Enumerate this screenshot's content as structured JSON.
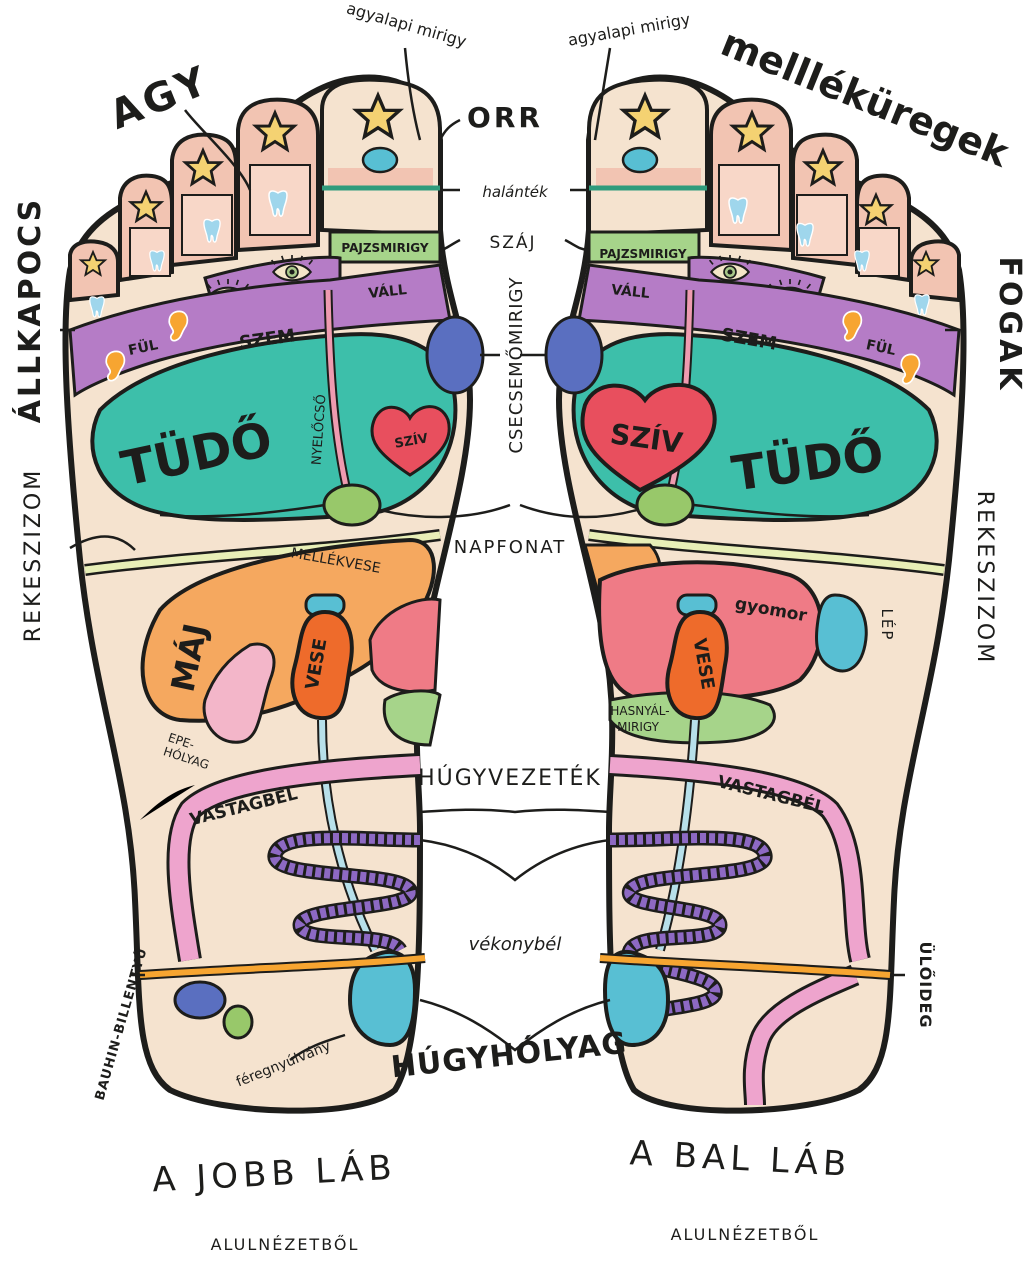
{
  "colors": {
    "skin": "#f5e3cf",
    "lung": "#3dbfaa",
    "shoulder": "#b57cc6",
    "heart": "#e84f5e",
    "liver": "#f5a85f",
    "stomach": "#ef7b86",
    "kidney": "#ee6b2b",
    "colon": "#eea4cd",
    "small_intestine": "#8d69c3",
    "bladder": "#58bfd3",
    "gland_blue": "#5a6fc0",
    "gland_green": "#98c86a",
    "nerve": "#f7a531",
    "pancreas": "#a6d48a",
    "star": "#f4d272",
    "tooth": "#9fd6ec"
  },
  "icons": [
    "star-icon",
    "tooth-icon",
    "eye-icon",
    "ear-icon",
    "heart-icon"
  ],
  "right_foot": {
    "organs": {
      "lung": "TÜDŐ",
      "heart": "SZÍV",
      "esophagus": "NYELŐCSŐ",
      "shoulder": "VÁLL",
      "thyroid": "PAJZSMIRIGY",
      "eye": "SZEM",
      "ear": "FÜL",
      "liver": "MÁJ",
      "adrenal": "MELLÉKVESE",
      "kidney": "VESE",
      "colon": "VASTAGBÉL",
      "gallbladder": [
        "EPE-",
        "HÓLYAG"
      ],
      "appendix": "féregnyúlvány"
    },
    "caption": "A JOBB LÁB",
    "subcaption": "ALULNÉZETBŐL"
  },
  "left_foot": {
    "organs": {
      "lung": "TÜDŐ",
      "heart": "SZÍV",
      "shoulder": "VÁLL",
      "thyroid": "PAJZSMIRIGY",
      "eye": "SZEM",
      "ear": "FÜL",
      "stomach": "gyomor",
      "kidney": "VESE",
      "pancreas": [
        "HASNYÁL-",
        "MIRIGY"
      ],
      "colon": "VASTAGBÉL"
    },
    "caption": "A BAL LÁB",
    "subcaption": "ALULNÉZETBŐL"
  },
  "callouts": {
    "agy": "AGY",
    "agyalapi_right": "agyalapi mirigy",
    "agyalapi_left": "agyalapi mirigy",
    "orr": "ORR",
    "halantek": "halánték",
    "szaj": "SZÁJ",
    "mellekuregek": "mellléküregek",
    "fogak": "FOGAK",
    "allkapocs": "ÁLLKAPOCS",
    "csecsemomirigy": "CSECSEMŐMIRIGY",
    "rekeszizom_right": "REKESZIZOM",
    "rekeszizom_left": "REKESZIZOM",
    "napfonat": "NAPFONAT",
    "lep": "LÉP",
    "hugyvezetek": "HÚGYVEZETÉK",
    "vekonybel": "vékonybél",
    "ulodeg": "ÜLŐIDEG",
    "hugyholyag": "HÚGYHÓLYAG",
    "bauhin": "BAUHIN-BILLENTYŰ"
  }
}
